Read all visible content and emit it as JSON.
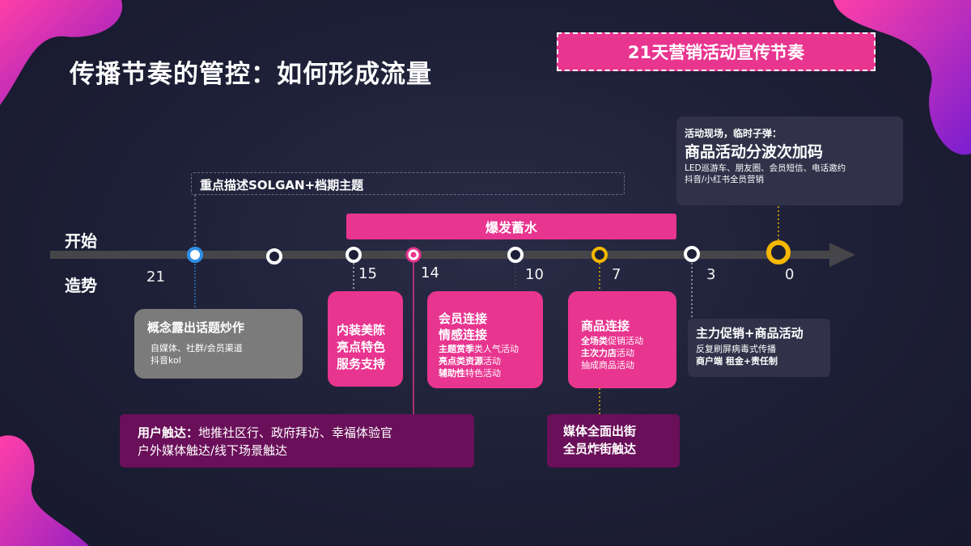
{
  "slide": {
    "title": "传播节奏的管控：如何形成流量",
    "badge": "21天营销活动宣传节奏",
    "slogan_bar": "重点描述SOLGAN+档期主题",
    "burst_bar": "爆发蓄水",
    "row_labels": {
      "top": "开始",
      "bottom": "造势"
    },
    "timeline_numbers": [
      "21",
      "15",
      "14",
      "10",
      "7",
      "3",
      "0"
    ]
  },
  "boxes": {
    "concept": {
      "title": "概念露出话题炒作",
      "line1": "自媒体、社群/会员渠道",
      "line2": "抖音kol"
    },
    "interior": {
      "line1": "内装美陈",
      "line2": "亮点特色",
      "line3": "服务支持"
    },
    "member": {
      "title1": "会员连接",
      "title2": "情感连接",
      "row1_bold": "主题赏季",
      "row1_rest": "类人气活动",
      "row2_bold": "亮点类资源",
      "row2_rest": "活动",
      "row3_bold": "辅助性",
      "row3_rest": "特色活动"
    },
    "product": {
      "title": "商品连接",
      "row1_bold": "全场类",
      "row1_rest": "促销活动",
      "row2_bold": "主次力店",
      "row2_rest": "活动",
      "row3": "抽成商品活动"
    },
    "main_promo": {
      "title": "主力促销+商品活动",
      "line1": "反复刷屏病毒式传播",
      "line2": "商户端 租金+责任制"
    },
    "live": {
      "label": "活动现场，临时子弹：",
      "title": "商品活动分波次加码",
      "line1": "LED巡游车、朋友圈、会员短信、电话邀约",
      "line2": "抖音/小红书全员营销"
    },
    "user_touch": {
      "label": "用户触达：",
      "line1_rest": "地推社区行、政府拜访、幸福体验官",
      "line2": "户外媒体触达/线下场景触达"
    },
    "media": {
      "line1": "媒体全面出街",
      "line2": "全员炸街触达"
    }
  },
  "colors": {
    "accent": "#e8358f",
    "blue_node": "#2f8fe8",
    "gold_node": "#f5b800",
    "purple_box": "#6a0f59"
  }
}
